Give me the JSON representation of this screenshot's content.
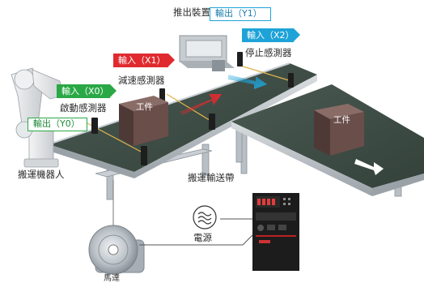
{
  "labels": {
    "robot": "搬運機器人",
    "conveyor": "搬運輸送帶",
    "power": "電源",
    "motor": "馬達",
    "ejector": "推出裝置",
    "stop_sensor": "停止感測器",
    "decel_sensor": "減速感測器",
    "start_sensor": "啟動感測器",
    "workpiece": "工件"
  },
  "signals": {
    "y1": "輸出（Y1）",
    "x2": "輸入（X2）",
    "x1": "輸入（X1）",
    "x0": "輸入（X0）",
    "y0": "輸出（Y0）"
  },
  "colors": {
    "input_red": "#e02a2f",
    "input_green": "#2aa845",
    "input_blue": "#1ea3d8",
    "output_green": "#2aa845",
    "output_blue": "#1ea3d8",
    "belt": "#3b4a43",
    "box": "#6a4e4a"
  },
  "icons": [
    "robot-arm-icon",
    "sensor-icon",
    "motor-icon",
    "power-wave-icon",
    "inverter-icon",
    "flow-arrow-icon"
  ]
}
